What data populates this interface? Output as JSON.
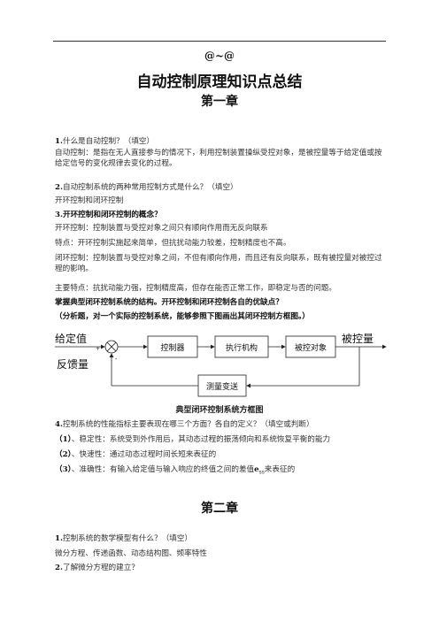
{
  "header": {
    "deco": "@~@",
    "title": "自动控制原理知识点总结",
    "chapter1": "第一章",
    "chapter2": "第二章"
  },
  "ch1": {
    "q1": {
      "num": "1.",
      "text": "什么是自动控制？（填空）"
    },
    "a1": "自动控制：是指在无人直接参与的情况下，利用控制装置操纵受控对象，是被控量等于给定值或按给定信号的变化规律去变化的过程。",
    "q2": {
      "num": "2.",
      "text": "自动控制系统的两种常用控制方式是什么？（填空）"
    },
    "a2": "开环控制和闭环控制",
    "q3": {
      "num": "3.",
      "text": "开环控制和闭环控制的概念？"
    },
    "a3_1": "开环控制：控制装置与受控对象之间只有顺向作用而无反向联系",
    "a3_2": "特点：开环控制实施起来简单，但抗扰动能力较差，控制精度也不高。",
    "a3_3": "闭环控制：控制装置与受控对象之间，不但有顺向作用，而且还有反向联系，既有被控量对被控过程的影响。",
    "a3_4": "主要特点：抗扰动能力强，控制精度高，但存在能否正常工作，即稳定与否的问题。",
    "bold1": "掌握典型闭环控制系统的结构。开环控制和闭环控制各自的优缺点？",
    "bold2": "（分析题，对一个实际的控制系统，能够参照下图画出其闭环控制方框图。）",
    "q4": {
      "num": "4.",
      "text": "控制系统的性能指标主要表现在哪三个方面？各自的定义？（填空或判断）"
    },
    "a4_1": {
      "num": "（1）",
      "text": "、稳定性：系统受到外作用后，其动态过程的振荡倾向和系统恢复平衡的能力"
    },
    "a4_2": {
      "num": "（2）",
      "text": "、快速性：通过动态过程时间长短来表征的"
    },
    "a4_3": {
      "num": "（3）",
      "text": "、准确性：有输入给定值与输入响应的终值之间的差值",
      "sym": "e",
      "sub": "ss",
      "tail": "来表征的"
    }
  },
  "diagram": {
    "input_label": "给定值",
    "feedback_label": "反馈量",
    "output_label": "被控量",
    "plus": "+",
    "minus": "-",
    "controller": "控制器",
    "actuator": "执行机构",
    "plant": "被控对象",
    "sensor": "测量变送",
    "caption": "典型闭环控制系统方框图"
  },
  "ch2": {
    "q1": {
      "num": "1.",
      "text": "控制系统的数学模型有什么？（填空）"
    },
    "a1": "微分方程、传递函数、动态结构图、频率特性",
    "q2": {
      "num": "2.",
      "text": "了解微分方程的建立？"
    }
  }
}
